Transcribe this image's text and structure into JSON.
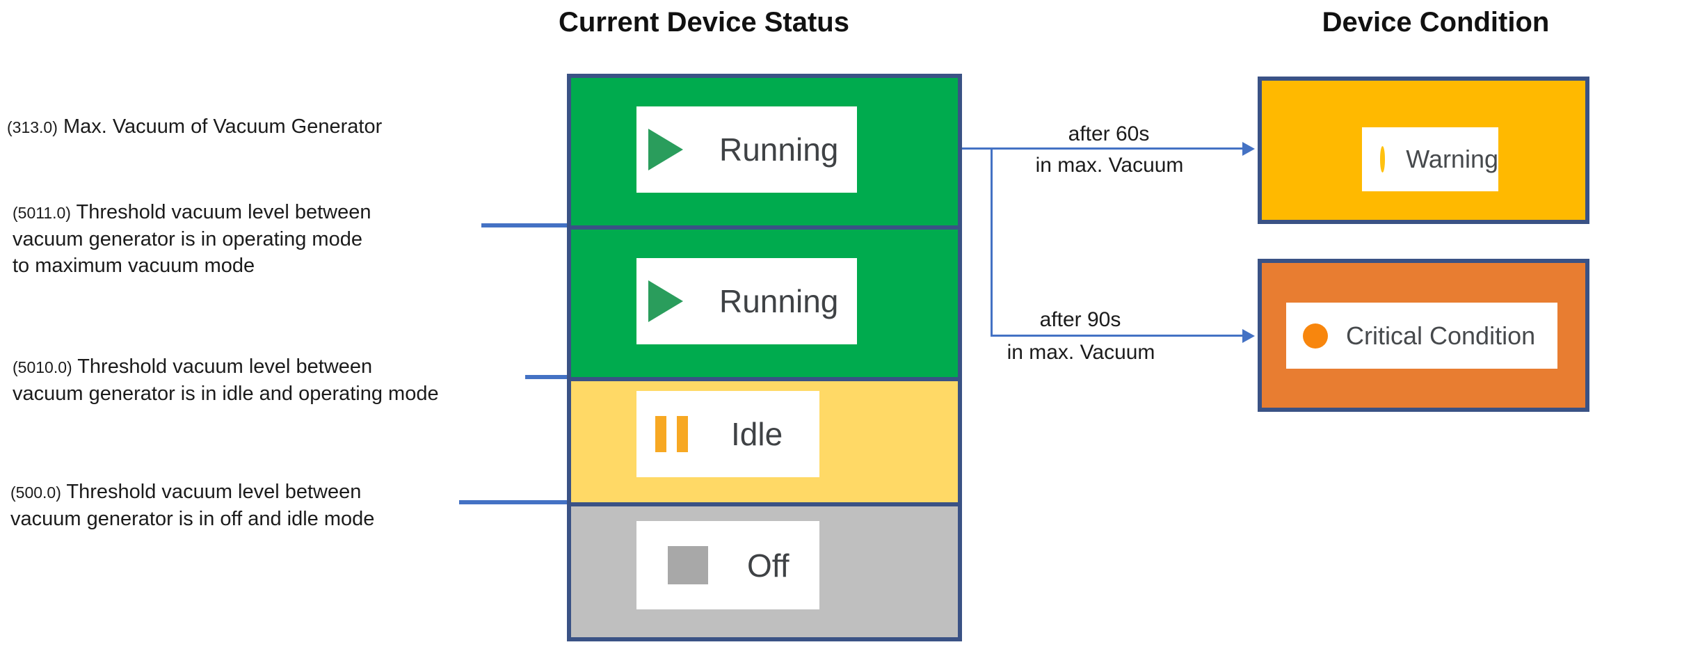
{
  "titles": {
    "status": "Current Device Status",
    "condition": "Device Condition"
  },
  "annotations": {
    "max_vacuum": {
      "prefix": "(313.0)",
      "line1": "Max. Vacuum of Vacuum Generator"
    },
    "threshold_5011": {
      "prefix": "(5011.0)",
      "line1": "Threshold vacuum level between",
      "line2": "vacuum generator is in operating mode",
      "line3": "to maximum vacuum mode"
    },
    "threshold_5010": {
      "prefix": "(5010.0)",
      "line1": "Threshold vacuum level between",
      "line2": "vacuum generator is in idle and operating mode"
    },
    "threshold_500": {
      "prefix": "(500.0)",
      "line1": "Threshold vacuum level between",
      "line2": "vacuum generator is in off and idle mode"
    }
  },
  "status_column": {
    "segments": [
      {
        "id": "running-max-vacuum",
        "label": "Running",
        "icon": "play-icon",
        "color": "#00AB4E"
      },
      {
        "id": "running-operating",
        "label": "Running",
        "icon": "play-icon",
        "color": "#00AB4E"
      },
      {
        "id": "idle",
        "label": "Idle",
        "icon": "pause-icon",
        "color": "#FFD966"
      },
      {
        "id": "off",
        "label": "Off",
        "icon": "stop-icon",
        "color": "#BFBFBF"
      }
    ]
  },
  "transitions": [
    {
      "line1": "after 60s",
      "line2": "in max. Vacuum",
      "target": "Warning"
    },
    {
      "line1": "after 90s",
      "line2": "in max. Vacuum",
      "target": "Critical Condition"
    }
  ],
  "conditions": [
    {
      "label": "Warning",
      "color": "#FFB900",
      "dot_color": "#FFC110"
    },
    {
      "label": "Critical Condition",
      "color": "#E87D31",
      "dot_color": "#F8860D"
    }
  ],
  "colors": {
    "running_green": "#00AB4E",
    "idle_yellow": "#FFD966",
    "off_gray": "#BFBFBF",
    "warning_amber": "#FFB900",
    "critical_orange": "#E87D31",
    "border_navy": "#3A5285",
    "threshold_blue": "#4472C4",
    "play_green": "#2A9D5C",
    "pause_amber": "#F7A823",
    "stop_gray": "#A8A8A8"
  }
}
